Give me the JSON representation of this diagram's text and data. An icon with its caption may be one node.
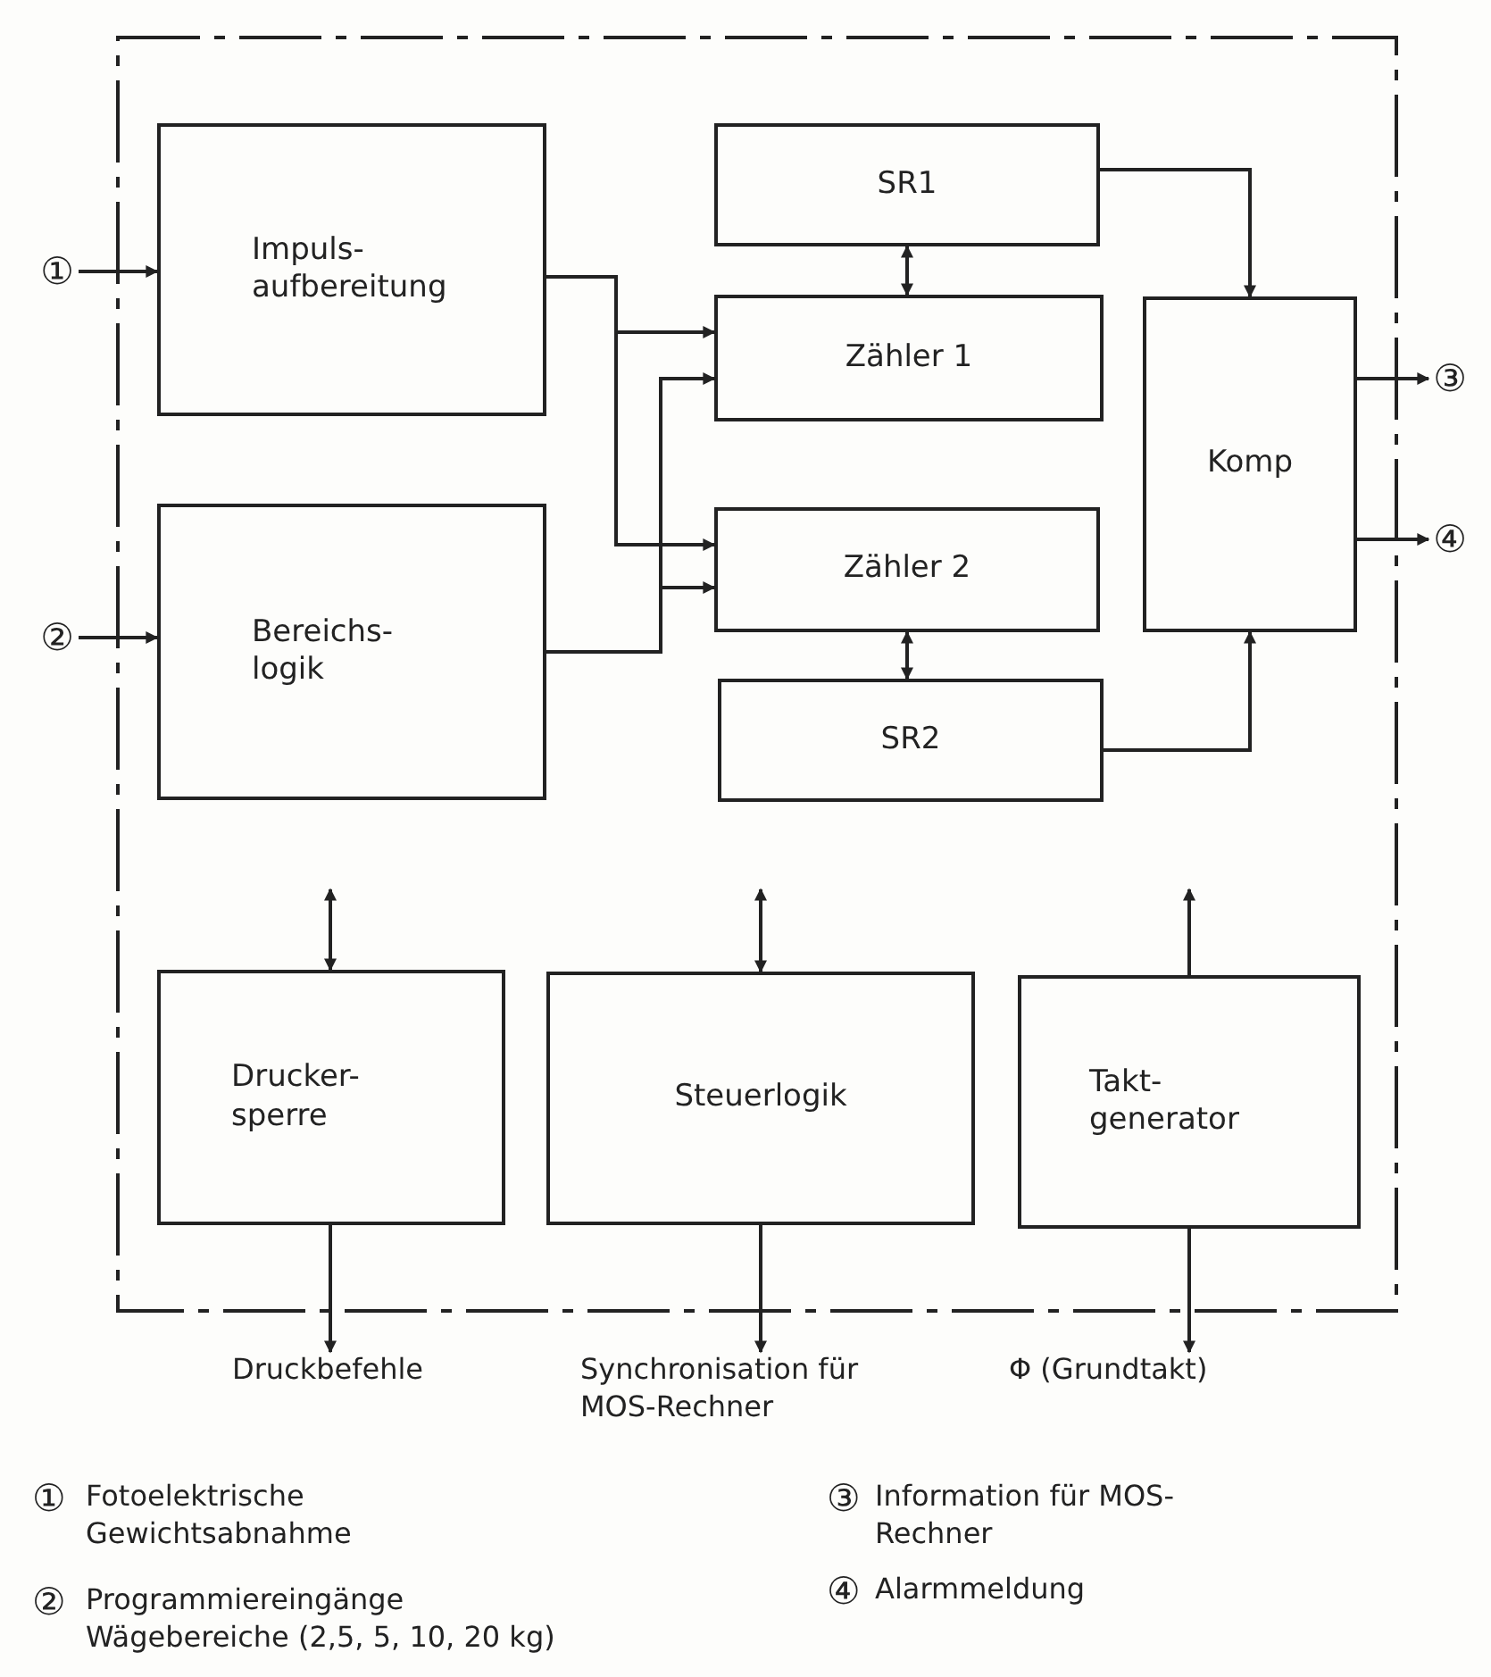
{
  "diagram": {
    "nodes": [
      {
        "text": [],
        "shape": "box"
      },
      {
        "text": [
          "①"
        ]
      },
      {
        "text": [
          "②"
        ]
      },
      {
        "text": [
          "Impuls- aufbereitung"
        ],
        "in": 0
      },
      {
        "text": [
          "Bereichs- logik"
        ],
        "in": 0
      },
      {
        "text": [
          "SR1"
        ],
        "in": 0
      },
      {
        "text": [
          "Zähler 1"
        ],
        "in": 0
      },
      {
        "text": [
          "Zähler 2"
        ],
        "in": 0
      },
      {
        "text": [
          "SR2"
        ],
        "in": 0
      },
      {
        "text": [
          "Komp"
        ],
        "in": 0
      },
      {
        "text": [
          "Drucker- sperre"
        ],
        "in": 0
      },
      {
        "text": [
          "Steuerlogik"
        ],
        "in": 0
      },
      {
        "text": [
          "Takt- generator"
        ],
        "in": 0
      },
      {
        "text": [
          "③"
        ]
      },
      {
        "text": [
          "④"
        ]
      },
      {
        "text": [
          "Druckbefehle"
        ]
      },
      {
        "text": [
          "Synchronisation für MOS-Rechner"
        ]
      },
      {
        "text": [
          "Φ (Grundtakt)"
        ]
      }
    ],
    "edges": [
      {
        "from": 1,
        "to": 3,
        "arrow": "to"
      },
      {
        "from": 2,
        "to": 4,
        "arrow": "to"
      },
      {
        "from": 3,
        "to": 6,
        "arrow": "to"
      },
      {
        "from": 3,
        "to": 7,
        "arrow": "to"
      },
      {
        "from": 4,
        "to": 6,
        "arrow": "to"
      },
      {
        "from": 4,
        "to": 7,
        "arrow": "to"
      },
      {
        "from": 5,
        "to": 6,
        "arrow": "both"
      },
      {
        "from": 7,
        "to": 8,
        "arrow": "both"
      },
      {
        "from": 5,
        "to": 9,
        "arrow": "to"
      },
      {
        "from": 8,
        "to": 9,
        "arrow": "to"
      },
      {
        "from": 9,
        "to": 13,
        "arrow": "to"
      },
      {
        "from": 9,
        "to": 14,
        "arrow": "to"
      },
      {
        "from": 10,
        "to": null,
        "arrow": "both"
      },
      {
        "from": 11,
        "to": null,
        "arrow": "both"
      },
      {
        "from": 12,
        "to": null,
        "arrow": "to"
      },
      {
        "from": 10,
        "to": 15,
        "arrow": "to"
      },
      {
        "from": 11,
        "to": 16,
        "arrow": "to"
      },
      {
        "from": 12,
        "to": 17,
        "arrow": "to"
      }
    ],
    "labels": [
      "①",
      "Fotoelektrische Gewichtsabnahme",
      "③",
      "Information für MOS-Rechner",
      "②",
      "Programmiereingänge Wägebereiche (2,5, 5, 10, 20 kg)",
      "④",
      "Alarmmeldung"
    ]
  }
}
